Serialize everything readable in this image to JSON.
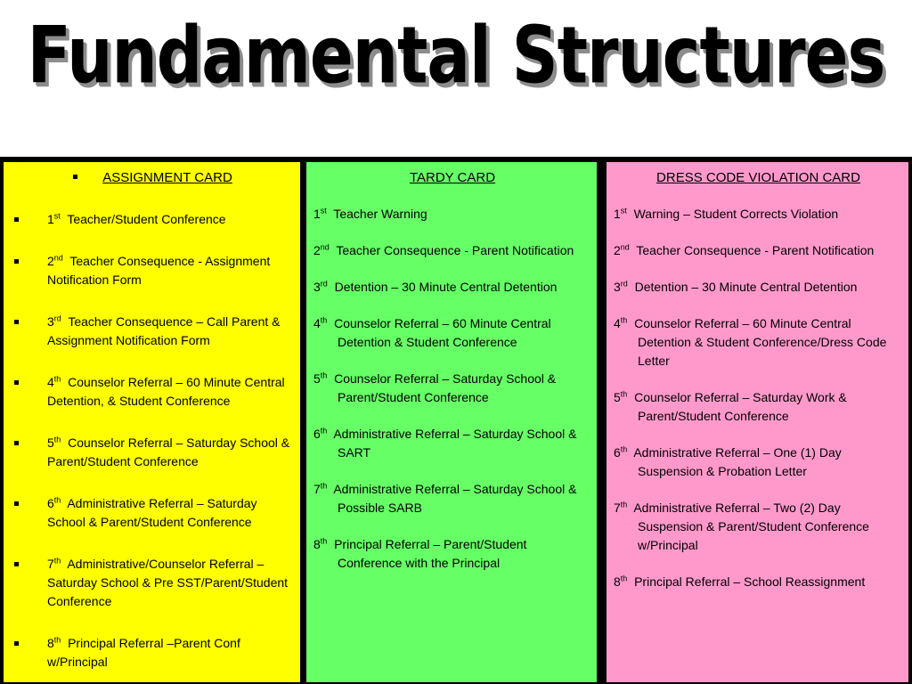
{
  "title": "Fundamental Structures",
  "colors": {
    "yellow": "#ffff00",
    "green": "#66ff66",
    "pink": "#ff99cc",
    "background": "#000000"
  },
  "cards": [
    {
      "heading": "ASSIGNMENT CARD",
      "items": [
        {
          "num": "1",
          "sup": "st",
          "text": "Teacher/Student Conference"
        },
        {
          "num": "2",
          "sup": "nd",
          "text": "Teacher Consequence - Assignment Notification Form"
        },
        {
          "num": "3",
          "sup": "rd",
          "text": "Teacher Consequence – Call Parent & Assignment Notification Form"
        },
        {
          "num": "4",
          "sup": "th",
          "text": "Counselor Referral – 60 Minute Central Detention, & Student Conference"
        },
        {
          "num": "5",
          "sup": "th",
          "text": "Counselor Referral – Saturday School &  Parent/Student Conference"
        },
        {
          "num": "6",
          "sup": "th",
          "text": "Administrative Referral – Saturday School & Parent/Student Conference"
        },
        {
          "num": "7",
          "sup": "th",
          "text": "Administrative/Counselor Referral – Saturday School & Pre SST/Parent/Student Conference"
        },
        {
          "num": "8",
          "sup": "th",
          "text": "Principal Referral –Parent Conf w/Principal"
        }
      ]
    },
    {
      "heading": "TARDY CARD",
      "items": [
        {
          "num": "1",
          "sup": "st",
          "text": "Teacher Warning"
        },
        {
          "num": "2",
          "sup": "nd",
          "text": "Teacher Consequence - Parent Notification"
        },
        {
          "num": "3",
          "sup": "rd",
          "text": "Detention – 30 Minute Central Detention"
        },
        {
          "num": "4",
          "sup": "th",
          "text": "Counselor Referral – 60 Minute Central Detention & Student Conference"
        },
        {
          "num": "5",
          "sup": "th",
          "text": "Counselor Referral – Saturday School & Parent/Student Conference"
        },
        {
          "num": "6",
          "sup": "th",
          "text": "Administrative Referral – Saturday School & SART"
        },
        {
          "num": "7",
          "sup": "th",
          "text": "Administrative Referral – Saturday School & Possible SARB"
        },
        {
          "num": "8",
          "sup": "th",
          "text": "Principal Referral – Parent/Student Conference with the Principal"
        }
      ]
    },
    {
      "heading": "DRESS CODE VIOLATION CARD",
      "items": [
        {
          "num": "1",
          "sup": "st",
          "text": "Warning – Student Corrects Violation"
        },
        {
          "num": "2",
          "sup": "nd",
          "text": "Teacher Consequence - Parent Notification"
        },
        {
          "num": "3",
          "sup": "rd",
          "text": "Detention – 30 Minute Central Detention"
        },
        {
          "num": "4",
          "sup": "th",
          "text": "Counselor Referral – 60 Minute Central Detention & Student Conference/Dress Code Letter"
        },
        {
          "num": "5",
          "sup": "th",
          "text": "Counselor Referral – Saturday Work & Parent/Student Conference"
        },
        {
          "num": "6",
          "sup": "th",
          "text": "Administrative Referral – One (1) Day Suspension & Probation Letter"
        },
        {
          "num": "7",
          "sup": "th",
          "text": "Administrative Referral – Two (2) Day Suspension & Parent/Student Conference w/Principal"
        },
        {
          "num": "8",
          "sup": "th",
          "text": "Principal Referral – School Reassignment"
        }
      ]
    }
  ]
}
